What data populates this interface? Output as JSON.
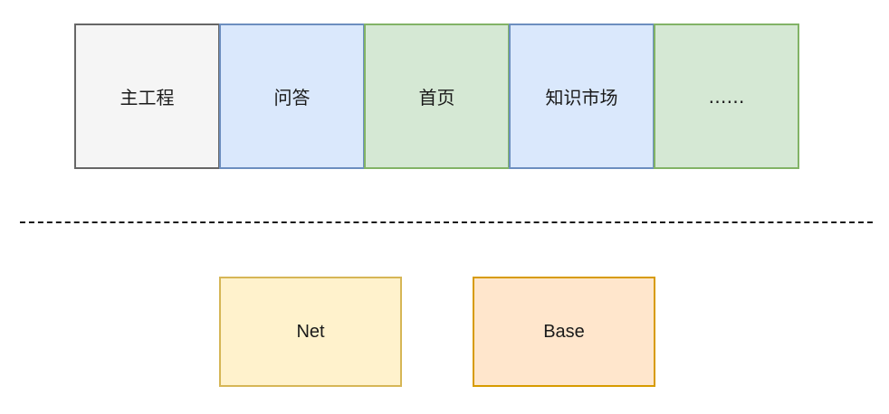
{
  "business_modules": [
    {
      "label": "主工程",
      "fill": "#f5f5f5",
      "stroke": "#666666"
    },
    {
      "label": "问答",
      "fill": "#dae8fc",
      "stroke": "#6c8ebf"
    },
    {
      "label": "首页",
      "fill": "#d5e8d4",
      "stroke": "#82b366"
    },
    {
      "label": "知识市场",
      "fill": "#dae8fc",
      "stroke": "#6c8ebf"
    },
    {
      "label": "……",
      "fill": "#d5e8d4",
      "stroke": "#82b366"
    }
  ],
  "base_modules": [
    {
      "label": "Net",
      "fill": "#fff2cc",
      "stroke": "#d6b656"
    },
    {
      "label": "Base",
      "fill": "#ffe6cc",
      "stroke": "#d79b00"
    }
  ]
}
